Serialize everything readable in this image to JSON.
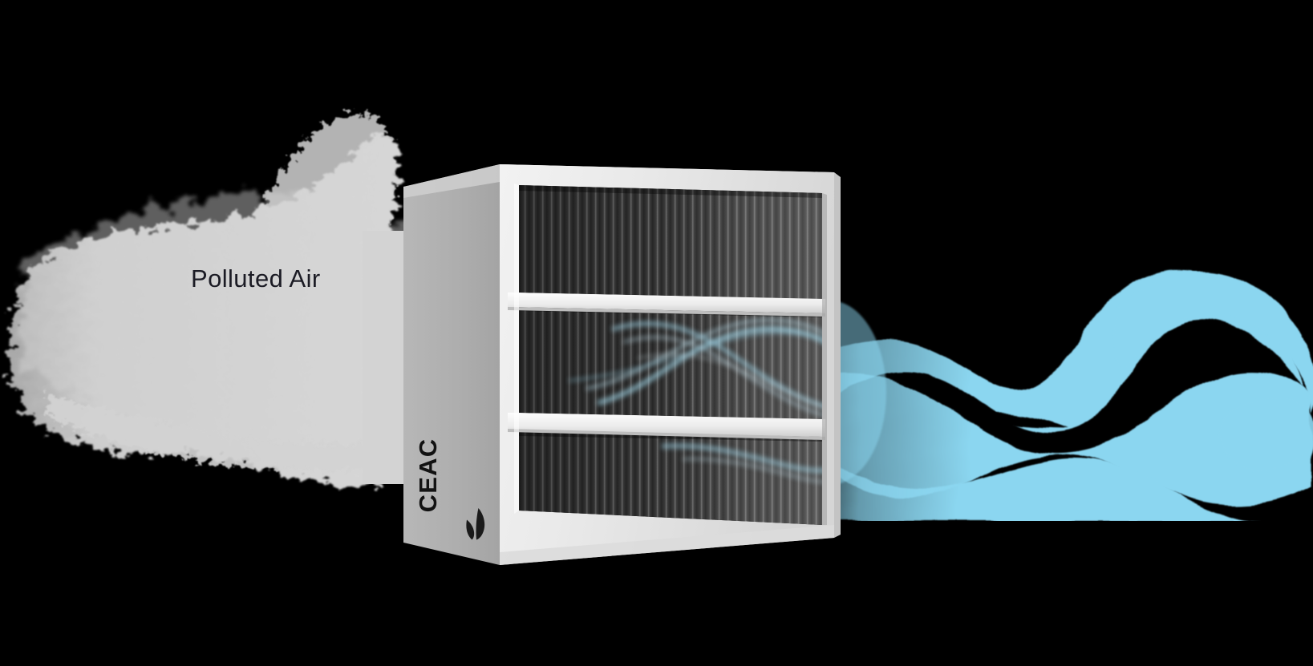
{
  "scene": {
    "title": "Air Filter Purification Illustration",
    "background_color": "#000000"
  },
  "polluted_air": {
    "label": "Polluted Air",
    "label_color": "#1b1b24",
    "cloud_color": "#d3d3d3",
    "description": "Smoky grey polluted air entering from the left"
  },
  "filter": {
    "brand_name": "CEAC",
    "brand_color": "#121212",
    "leaf_icon": "leaf-icon",
    "frame_color": "#e8e8e8",
    "side_panel_color": "#afafaf",
    "media_color": "#3a3a3a",
    "panel_count": 3,
    "pleat_count": 46
  },
  "clean_air": {
    "label": "",
    "color": "#8bd6f0",
    "description": "Clean filtered blue air flowing out to the right"
  }
}
